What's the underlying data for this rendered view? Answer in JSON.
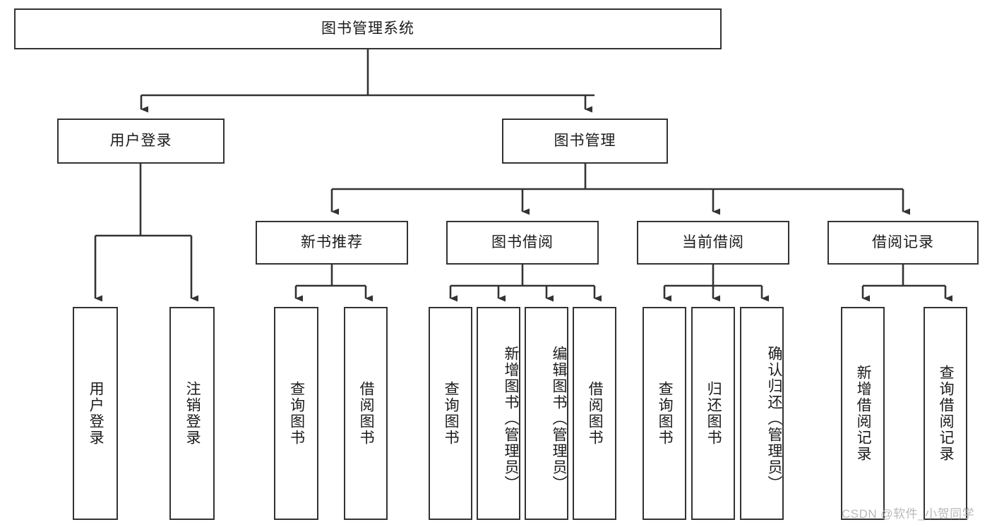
{
  "diagram": {
    "title": "图书管理系统",
    "type": "hierarchy-tree",
    "orientation": "top-down",
    "box_border_color": "#333333",
    "box_fill_color": "#ffffff",
    "text_color": "#1b1b1b",
    "watermark": "CSDN @软件_小贺同学",
    "levels": 4,
    "nodes": {
      "root": {
        "label": "图书管理系统",
        "level": 0
      },
      "level1": [
        {
          "id": "user-login",
          "label": "用户登录",
          "level": 1
        },
        {
          "id": "book-management",
          "label": "图书管理",
          "level": 1
        }
      ],
      "level2": [
        {
          "id": "new-book-recommend",
          "label": "新书推荐",
          "level": 2,
          "parent": "book-management"
        },
        {
          "id": "book-borrow",
          "label": "图书借阅",
          "level": 2,
          "parent": "book-management"
        },
        {
          "id": "current-borrow",
          "label": "当前借阅",
          "level": 2,
          "parent": "book-management"
        },
        {
          "id": "borrow-record",
          "label": "借阅记录",
          "level": 2,
          "parent": "book-management"
        }
      ],
      "leaves": [
        {
          "id": "leaf-user-login",
          "label": "用户登录",
          "parent": "user-login"
        },
        {
          "id": "leaf-user-logout",
          "label": "注销登录",
          "parent": "user-login"
        },
        {
          "id": "leaf-query-book-1",
          "label": "查询图书",
          "parent": "new-book-recommend"
        },
        {
          "id": "leaf-borrow-book-1",
          "label": "借阅图书",
          "parent": "new-book-recommend"
        },
        {
          "id": "leaf-query-book-2",
          "label": "查询图书",
          "parent": "book-borrow"
        },
        {
          "id": "leaf-add-book",
          "label": "新增图书（管理员）",
          "parent": "book-borrow"
        },
        {
          "id": "leaf-edit-book",
          "label": "编辑图书（管理员）",
          "parent": "book-borrow"
        },
        {
          "id": "leaf-borrow-book-2",
          "label": "借阅图书",
          "parent": "book-borrow"
        },
        {
          "id": "leaf-query-book-3",
          "label": "查询图书",
          "parent": "current-borrow"
        },
        {
          "id": "leaf-return-book",
          "label": "归还图书",
          "parent": "current-borrow"
        },
        {
          "id": "leaf-confirm-return",
          "label": "确认归还（管理员）",
          "parent": "current-borrow"
        },
        {
          "id": "leaf-add-record",
          "label": "新增借阅记录",
          "parent": "borrow-record"
        },
        {
          "id": "leaf-query-record",
          "label": "查询借阅记录",
          "parent": "borrow-record"
        }
      ]
    }
  }
}
